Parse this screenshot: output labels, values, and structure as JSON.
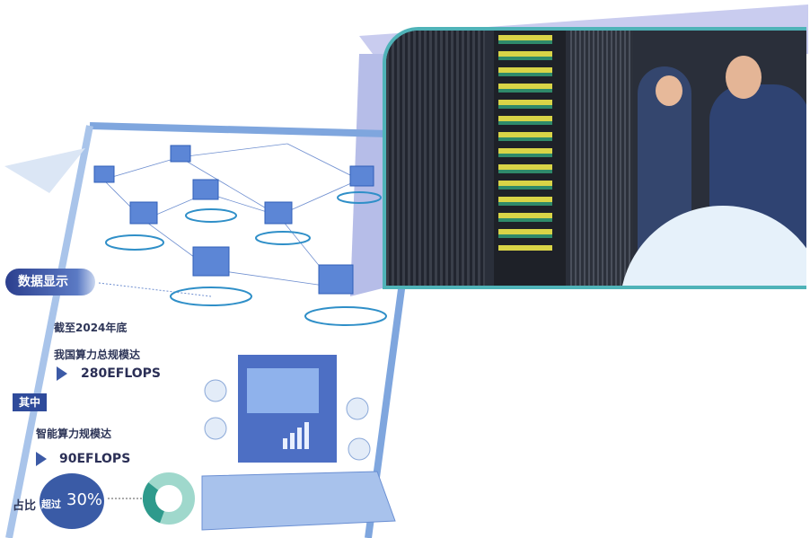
{
  "infographic": {
    "section_label": "数据显示",
    "line1": "截至2024年底",
    "line2": "我国算力总规模达",
    "total_value": "280EFLOPS",
    "sub_label": "其中",
    "line3": "智能算力规模达",
    "ai_value": "90EFLOPS",
    "share_prefix": "占比",
    "share_mid": "超过",
    "share_value": "30%",
    "share_fraction": 0.3
  },
  "colors": {
    "accent": "#3a5ba6",
    "teal": "#2e9a8c",
    "light_teal": "#9fd8cc",
    "frame": "#7fa6de"
  }
}
